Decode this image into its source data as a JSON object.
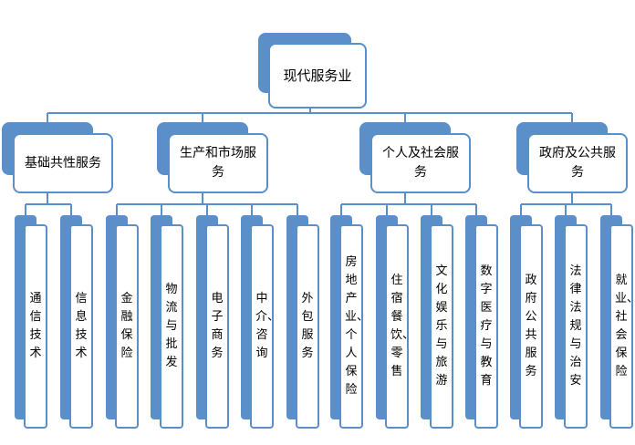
{
  "root": {
    "label": "现代服务业"
  },
  "categories": [
    {
      "label": "基础共性服务",
      "children": [
        {
          "label": "通信技术"
        },
        {
          "label": "信息技术"
        }
      ]
    },
    {
      "label": "生产和市场服务",
      "children": [
        {
          "label": "金融保险"
        },
        {
          "label": "物流与批发"
        },
        {
          "label": "电子商务"
        },
        {
          "label": "中介、咨询"
        },
        {
          "label": "外包服务"
        }
      ]
    },
    {
      "label": "个人及社会服务",
      "children": [
        {
          "label": "房地产业、个人保险"
        },
        {
          "label": "住宿餐饮、零售"
        },
        {
          "label": "文化娱乐与旅游"
        },
        {
          "label": "数字医疗与教育"
        }
      ]
    },
    {
      "label": "政府及公共服务",
      "children": [
        {
          "label": "政府公共服务"
        },
        {
          "label": "法律法规与治安"
        },
        {
          "label": "就业、社会保险"
        }
      ]
    }
  ],
  "colors": {
    "accent": "#5b8fc9",
    "background": "#ffffff"
  }
}
